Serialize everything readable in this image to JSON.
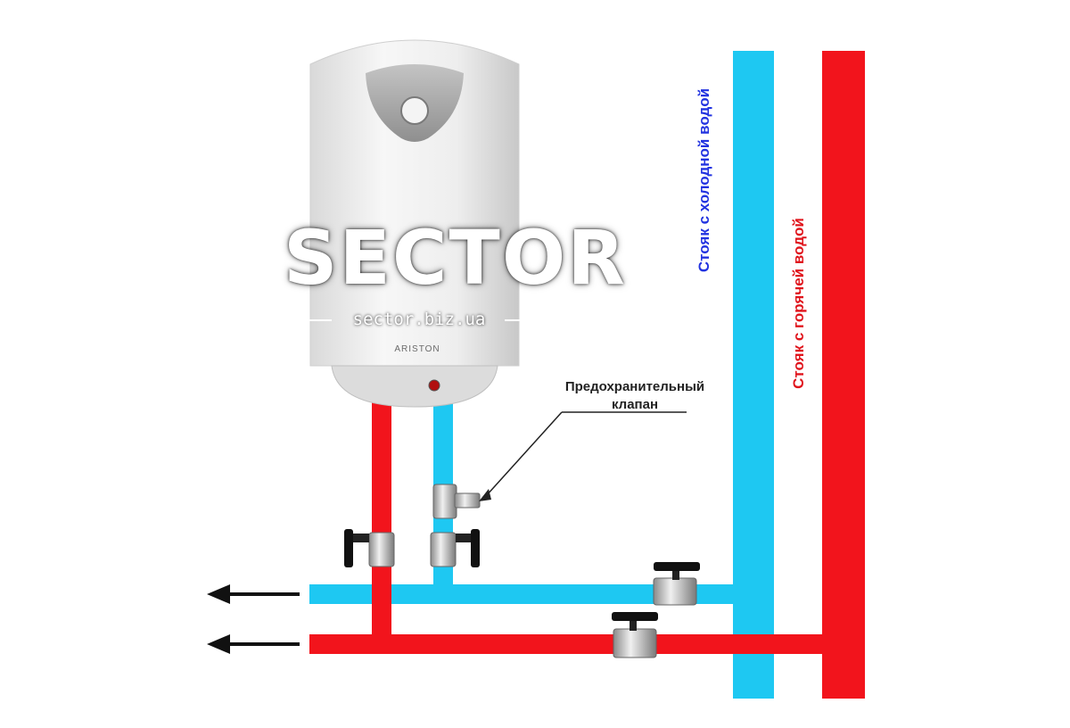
{
  "labels": {
    "cold_riser": "Стояк с холодной водой",
    "hot_riser": "Стояк с горячей водой",
    "safety_valve_line1": "Предохранительный",
    "safety_valve_line2": "клапан",
    "heater_brand": "ARISTON"
  },
  "watermark": {
    "title": "SECTOR",
    "url": "sector.biz.ua"
  },
  "colors": {
    "cold_water": "#1ec8f2",
    "hot_water": "#f2141c",
    "cold_label": "#2233e0",
    "hot_label": "#e0141c",
    "arrow": "#111111"
  }
}
